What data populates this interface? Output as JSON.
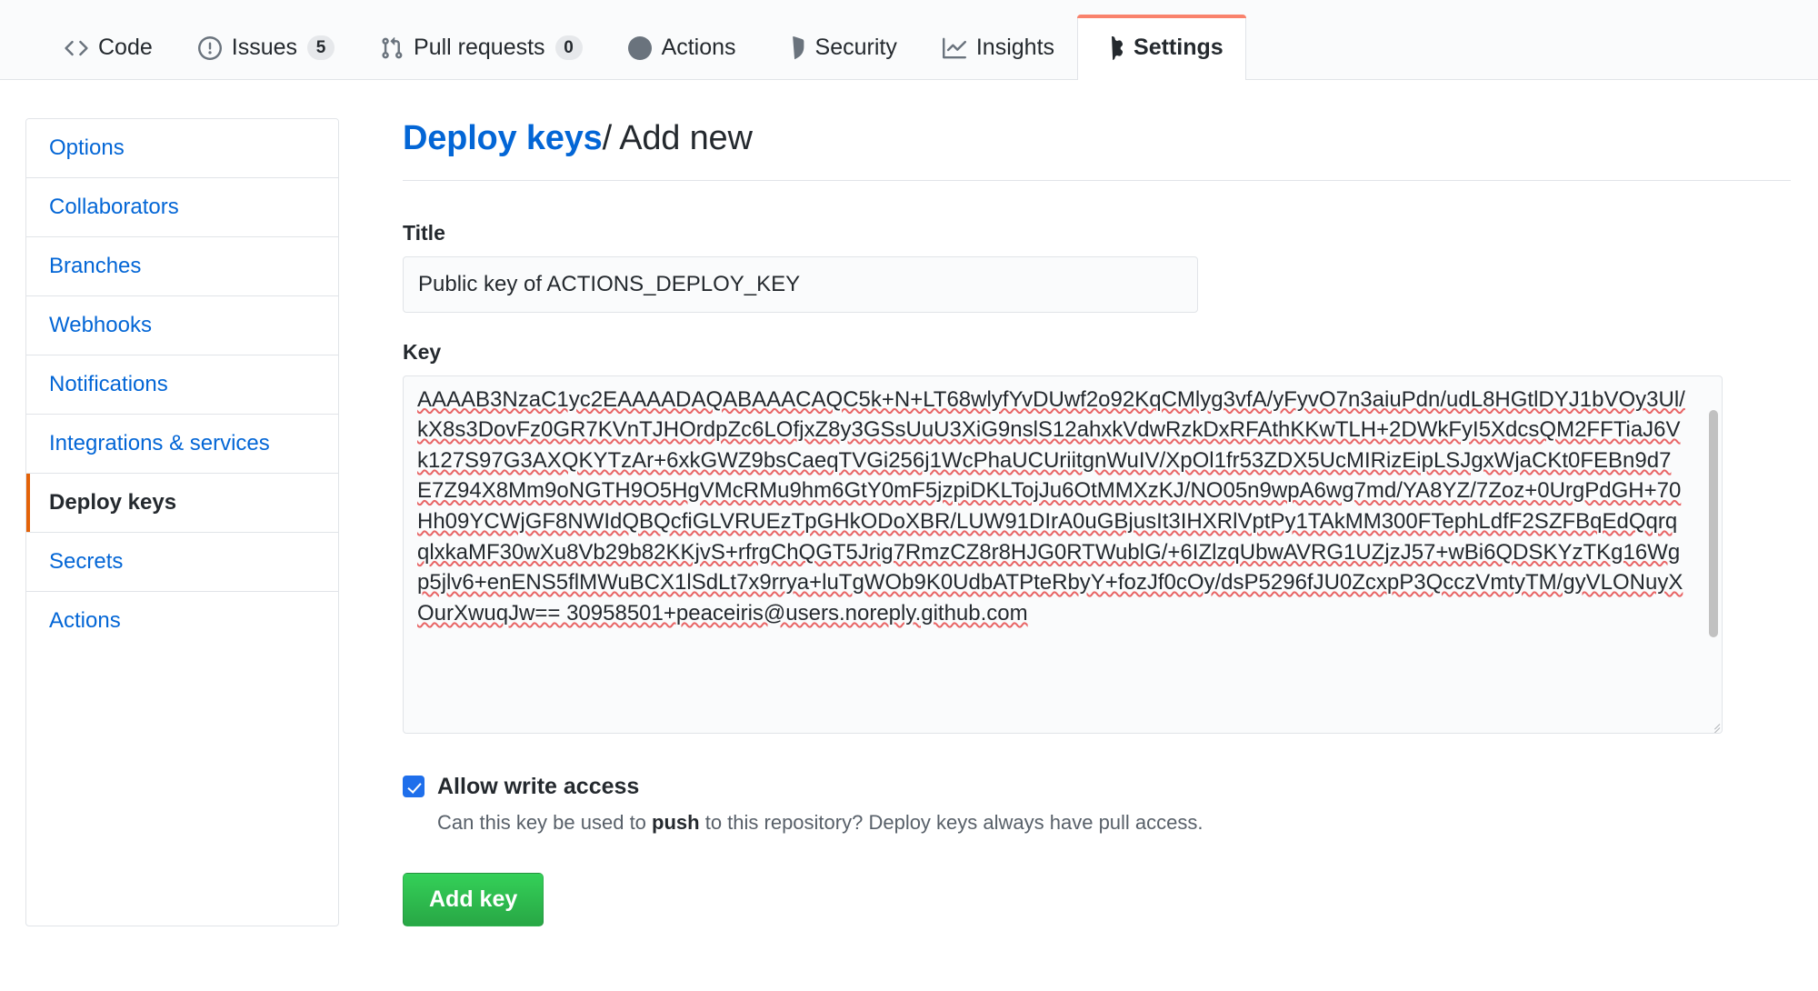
{
  "nav": {
    "tabs": [
      {
        "label": "Code",
        "icon": "code-icon",
        "count": null,
        "active": false
      },
      {
        "label": "Issues",
        "icon": "issue-opened-icon",
        "count": "5",
        "active": false
      },
      {
        "label": "Pull requests",
        "icon": "git-pull-request-icon",
        "count": "0",
        "active": false
      },
      {
        "label": "Actions",
        "icon": "play-icon",
        "count": null,
        "active": false
      },
      {
        "label": "Security",
        "icon": "shield-icon",
        "count": null,
        "active": false
      },
      {
        "label": "Insights",
        "icon": "graph-icon",
        "count": null,
        "active": false
      },
      {
        "label": "Settings",
        "icon": "gear-icon",
        "count": null,
        "active": true
      }
    ]
  },
  "sidebar": {
    "items": [
      {
        "label": "Options",
        "selected": false
      },
      {
        "label": "Collaborators",
        "selected": false
      },
      {
        "label": "Branches",
        "selected": false
      },
      {
        "label": "Webhooks",
        "selected": false
      },
      {
        "label": "Notifications",
        "selected": false
      },
      {
        "label": "Integrations & services",
        "selected": false
      },
      {
        "label": "Deploy keys",
        "selected": true
      },
      {
        "label": "Secrets",
        "selected": false
      },
      {
        "label": "Actions",
        "selected": false
      }
    ]
  },
  "main": {
    "heading": {
      "link": "Deploy keys",
      "separator": "/",
      "current": "Add new"
    },
    "title_field": {
      "label": "Title",
      "value": "Public key of ACTIONS_DEPLOY_KEY",
      "placeholder": ""
    },
    "key_field": {
      "label": "Key",
      "placeholder": "",
      "value": "AAAAB3NzaC1yc2EAAAADAQABAAACAQC5k+N+LT68wlyfYvDUwf2o92KqCMlyg3vfA/yFyvO7n3aiuPdn/udL8HGtlDYJ1bVOy3Ul/kX8s3DovFz0GR7KVnTJHOrdpZc6LOfjxZ8y3GSsUuU3XiG9nslS12ahxkVdwRzkDxRFAthKKwTLH+2DWkFyI5XdcsQM2FFTiaJ6Vk127S97G3AXQKYTzAr+6xkGWZ9bsCaeqTVGi256j1WcPhaUCUriitgnWuIV/XpOl1fr53ZDX5UcMIRizEipLSJgxWjaCKt0FEBn9d7E7Z94X8Mm9oNGTH9O5HgVMcRMu9hm6GtY0mF5jzpiDKLTojJu6OtMMXzKJ/NO05n9wpA6wg7md/YA8YZ/7Zoz+0UrgPdGH+70Hh09YCWjGF8NWIdQBQcfiGLVRUEzTpGHkODoXBR/LUW91DIrA0uGBjusIt3IHXRlVptPy1TAkMM300FTephLdfF2SZFBqEdQqrqqlxkaMF30wXu8Vb29b82KKjvS+rfrgChQGT5Jrig7RmzCZ8r8HJG0RTWublG/+6IZlzqUbwAVRG1UZjzJ57+wBi6QDSKYzTKg16Wgp5jlv6+enENS5flMWuBCX1lSdLt7x9rrya+luTgWOb9K0UdbATPteRbyY+fozJf0cOy/dsP5296fJU0ZcxpP3QcczVmtyTM/gyVLONuyXOurXwuqJw== 30958501+peaceiris@users.noreply.github.com"
    },
    "write_access": {
      "label": "Allow write access",
      "checked": true,
      "help_prefix": "Can this key be used to ",
      "help_bold": "push",
      "help_suffix": " to this repository? Deploy keys always have pull access."
    },
    "submit_label": "Add key"
  },
  "colors": {
    "accent_blue": "#0366d6",
    "active_tab_orange": "#f9826c",
    "selected_item_orange": "#e36209",
    "button_green": "#28a745",
    "checkbox_blue": "#1f6feb",
    "spellcheck_red": "#e54b4b"
  }
}
